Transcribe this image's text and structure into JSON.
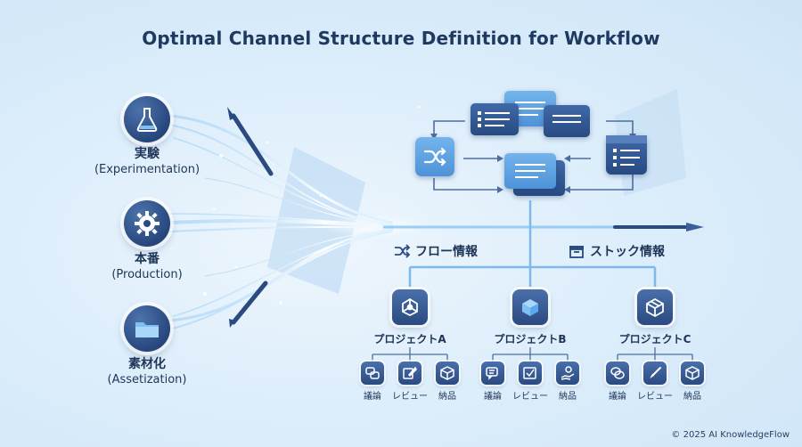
{
  "title": "Optimal Channel Structure Definition for Workflow",
  "sources": [
    {
      "jp": "実験",
      "en": "(Experimentation)",
      "icon": "flask-icon"
    },
    {
      "jp": "本番",
      "en": "(Production)",
      "icon": "gear-icon"
    },
    {
      "jp": "素材化",
      "en": "(Assetization)",
      "icon": "folder-icon"
    }
  ],
  "sections": {
    "flow": {
      "label": "フロー情報",
      "icon": "shuffle-icon"
    },
    "stock": {
      "label": "ストック情報",
      "icon": "archive-icon"
    }
  },
  "projects": [
    {
      "label": "プロジェクトA",
      "subs": [
        {
          "label": "議論",
          "icon": "chat-bubbles-icon"
        },
        {
          "label": "レビュー",
          "icon": "edit-icon"
        },
        {
          "label": "納品",
          "icon": "package-icon"
        }
      ]
    },
    {
      "label": "プロジェクトB",
      "subs": [
        {
          "label": "議論",
          "icon": "chat-bubbles-icon"
        },
        {
          "label": "レビュー",
          "icon": "checkbox-icon"
        },
        {
          "label": "納品",
          "icon": "handover-icon"
        }
      ]
    },
    {
      "label": "プロジェクトC",
      "subs": [
        {
          "label": "議論",
          "icon": "chat-bubbles-icon"
        },
        {
          "label": "レビュー",
          "icon": "brush-icon"
        },
        {
          "label": "納品",
          "icon": "package-icon"
        }
      ]
    }
  ],
  "copyright": "© 2025 AI KnowledgeFlow",
  "colors": {
    "primary": "#2a4a80",
    "accent": "#5aa9ee",
    "text": "#1e3558"
  }
}
